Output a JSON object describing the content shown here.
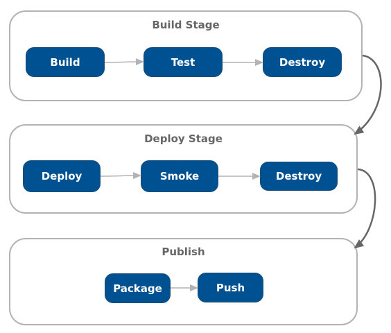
{
  "stages": [
    {
      "title": "Build Stage",
      "nodes": [
        "Build",
        "Test",
        "Destroy"
      ]
    },
    {
      "title": "Deploy Stage",
      "nodes": [
        "Deploy",
        "Smoke",
        "Destroy"
      ]
    },
    {
      "title": "Publish",
      "nodes": [
        "Package",
        "Push"
      ]
    }
  ],
  "colors": {
    "node_fill": "#005191",
    "node_text": "#ffffff",
    "stage_border": "#b3b3b3",
    "title_text": "#666666",
    "inner_edge": "#b3b3b3",
    "stage_edge": "#666666"
  }
}
